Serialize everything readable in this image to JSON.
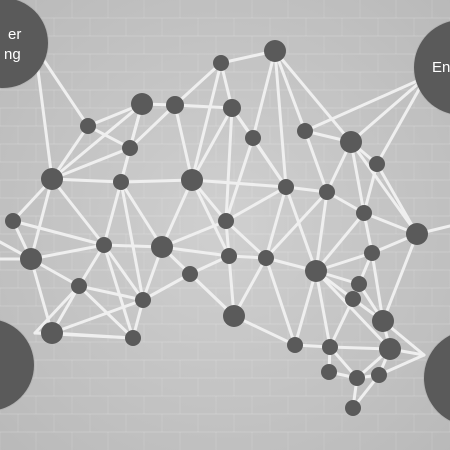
{
  "diagram": {
    "background_color": "#c9c9c9",
    "node_color": "#5a5a5a",
    "edge_color": "#efefef",
    "labels": {
      "top_left_line1": "er",
      "top_left_line2": "ng",
      "top_right": "Eng"
    }
  }
}
